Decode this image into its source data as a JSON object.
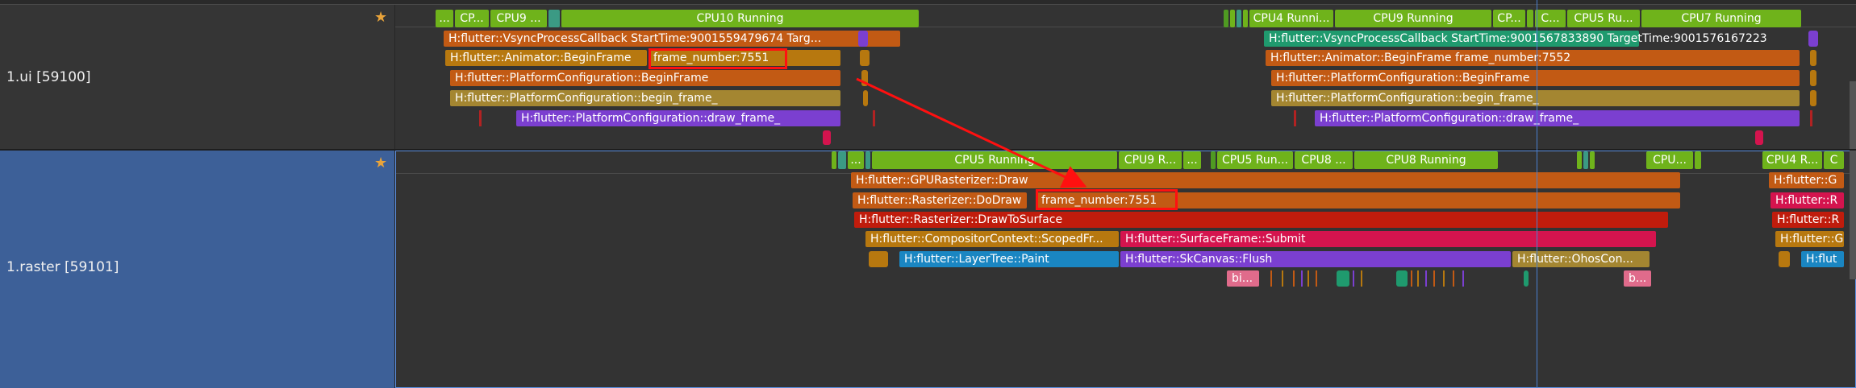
{
  "threads": {
    "ui": {
      "name": "1.ui [59100]"
    },
    "raster": {
      "name": "1.raster [59101]"
    }
  },
  "ui_cpu": [
    "...",
    "CP...",
    "CPU9 ...",
    "CPU10 Running",
    "CPU4 Runni...",
    "CPU9 Running",
    "CP...",
    "C...",
    "CPU5 Ru...",
    "CPU7 Running"
  ],
  "ui_slices": {
    "vsync_a": "H:flutter::VsyncProcessCallback StartTime:9001559479674 Targ...",
    "animator_a": "H:flutter::Animator::BeginFrame",
    "frame_a": "frame_number:7551",
    "platform_begin_a": "H:flutter::PlatformConfiguration::BeginFrame",
    "platform_begin_lower_a": "H:flutter::PlatformConfiguration::begin_frame_",
    "draw_frame_a": "H:flutter::PlatformConfiguration::draw_frame_",
    "vsync_b": "H:flutter::VsyncProcessCallback StartTime:9001567833890 TargetTime:9001576167223",
    "animator_b": "H:flutter::Animator::BeginFrame frame_number:7552",
    "platform_begin_b": "H:flutter::PlatformConfiguration::BeginFrame",
    "platform_begin_lower_b": "H:flutter::PlatformConfiguration::begin_frame_",
    "draw_frame_b": "H:flutter::PlatformConfiguration::draw_frame_"
  },
  "raster_cpu": [
    "...",
    "CPU5 Running",
    "CPU9 R...",
    "...",
    "CPU5 Run...",
    "CPU8 ...",
    "CPU8 Running",
    "CPU...",
    "CPU4 R...",
    "C"
  ],
  "raster_slices": {
    "gpu_draw": "H:flutter::GPURasterizer::Draw",
    "do_draw": "H:flutter::Rasterizer::DoDraw",
    "frame": "frame_number:7551",
    "draw_to_surface": "H:flutter::Rasterizer::DrawToSurface",
    "scoped_frame": "H:flutter::CompositorContext::ScopedFr...",
    "surface_submit": "H:flutter::SurfaceFrame::Submit",
    "layer_paint": "H:flutter::LayerTree::Paint",
    "sk_flush": "H:flutter::SkCanvas::Flush",
    "ohos_con": "H:flutter::OhosCon...",
    "bi": "bi...",
    "b": "b...",
    "edge_g": "H:flutter::G",
    "edge_r1": "H:flutter::R",
    "edge_r2": "H:flutter::R",
    "edge_g2": "H:flutter::G",
    "edge_flut": "H:flut"
  },
  "colors": {
    "cpu_running": "#6fb31b",
    "highlight": "#ff1010",
    "selection": "#5a8ee0"
  }
}
